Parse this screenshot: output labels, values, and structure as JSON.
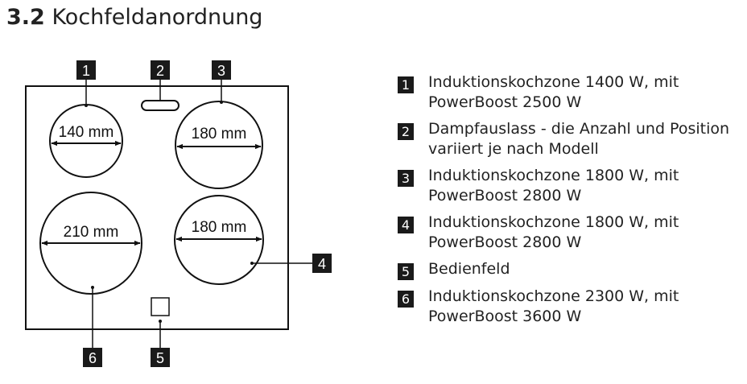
{
  "heading": {
    "number": "3.2",
    "title": "Kochfeldanordnung"
  },
  "diagram": {
    "dimensions": [
      "140 mm",
      "180 mm",
      "210 mm",
      "180 mm"
    ],
    "badges": [
      "1",
      "2",
      "3",
      "4",
      "6",
      "5"
    ]
  },
  "legend": [
    {
      "num": "1",
      "text": "Induktionskochzone 1400 W, mit PowerBoost 2500 W"
    },
    {
      "num": "2",
      "text": "Dampfauslass - die Anzahl und Position variiert je nach Modell"
    },
    {
      "num": "3",
      "text": "Induktionskochzone 1800 W, mit PowerBoost 2800 W"
    },
    {
      "num": "4",
      "text": "Induktionskochzone 1800 W, mit PowerBoost 2800 W"
    },
    {
      "num": "5",
      "text": "Bedienfeld"
    },
    {
      "num": "6",
      "text": "Induktionskochzone 2300 W, mit PowerBoost 3600 W"
    }
  ]
}
